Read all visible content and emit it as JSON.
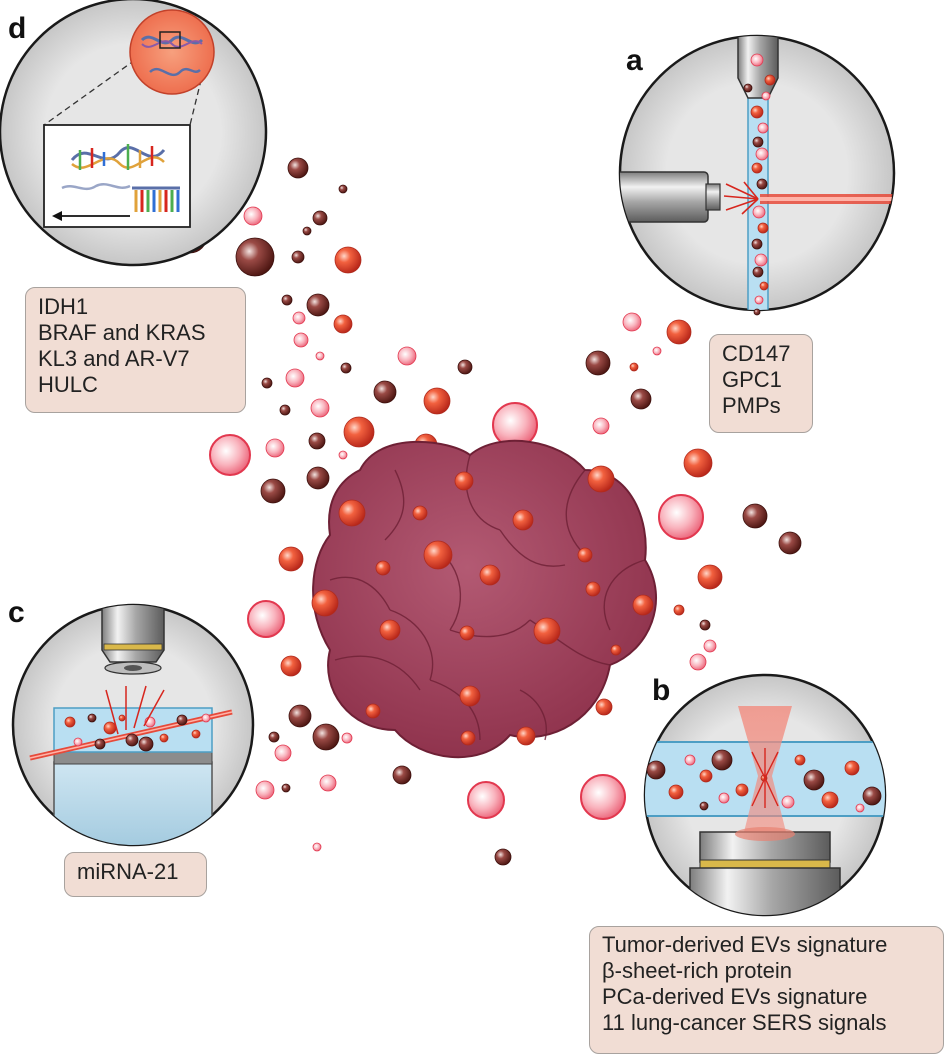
{
  "panels": {
    "a": {
      "letter": "a",
      "targets": [
        "CD147",
        "GPC1",
        "PMPs"
      ]
    },
    "b": {
      "letter": "b",
      "targets": [
        "Tumor-derived EVs signature",
        "β-sheet-rich protein",
        "PCa-derived EVs signature",
        "11 lung-cancer SERS signals"
      ]
    },
    "c": {
      "letter": "c",
      "targets": [
        "miRNA-21"
      ]
    },
    "d": {
      "letter": "d",
      "targets": [
        "IDH1",
        "BRAF and KRAS",
        "KL3 and AR-V7",
        "HULC"
      ]
    }
  },
  "colors": {
    "tumor": "#9c3a54",
    "tumor_edge": "#6e2035",
    "vesicle_red": "#e8402f",
    "vesicle_pink": "#f58a98",
    "vesicle_brown": "#7a2e2a",
    "circle_bg": "#d9d9d9",
    "label_bg": "#f1ddd4",
    "channel": "#b9dff2",
    "laser": "#e64a3a"
  }
}
